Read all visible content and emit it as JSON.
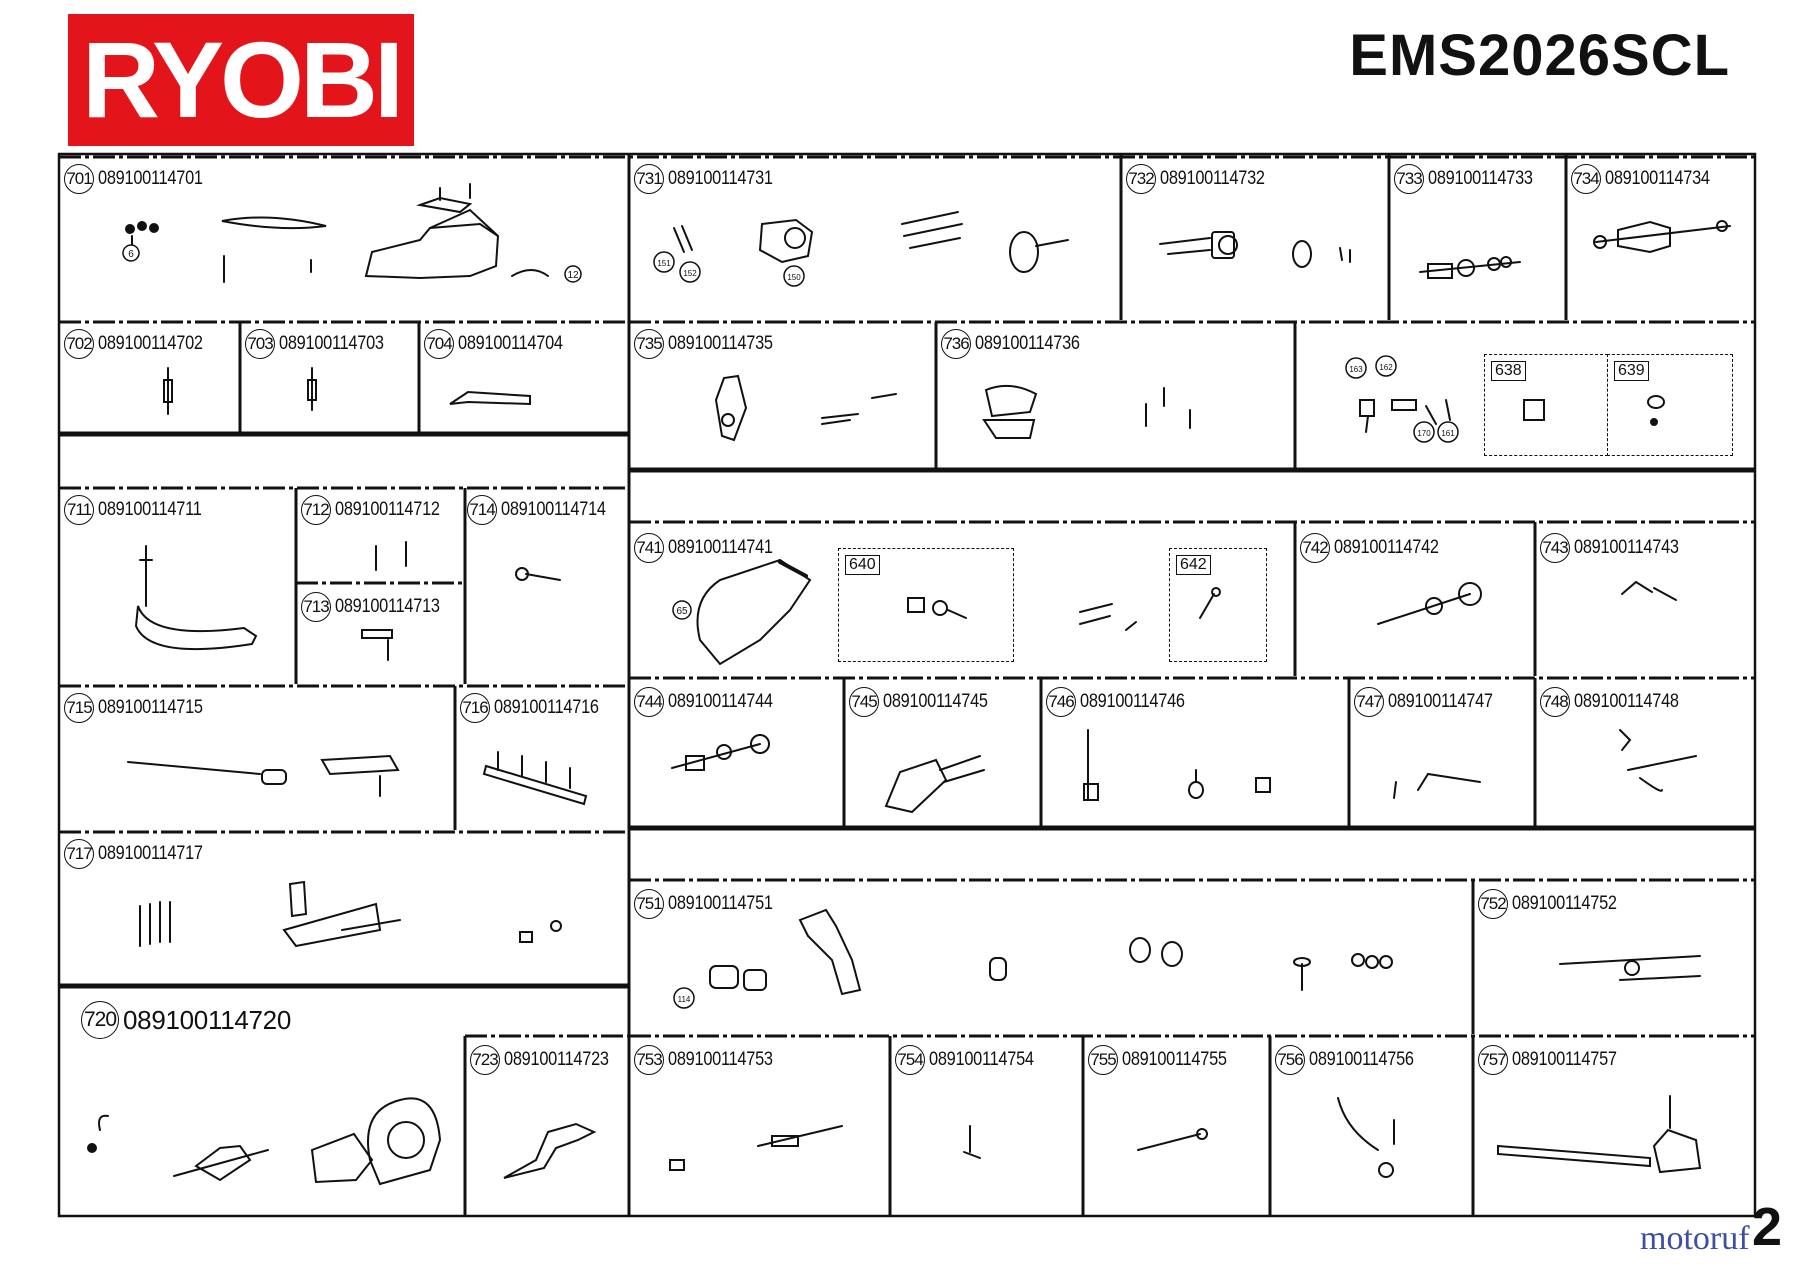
{
  "header": {
    "brand": "RYOBI",
    "model": "EMS2026SCL"
  },
  "footer": {
    "watermark": "motoruf",
    "page_number": "2"
  },
  "panels": [
    {
      "num": "701",
      "code": "089100114701"
    },
    {
      "num": "731",
      "code": "089100114731"
    },
    {
      "num": "732",
      "code": "089100114732"
    },
    {
      "num": "733",
      "code": "089100114733"
    },
    {
      "num": "734",
      "code": "089100114734"
    },
    {
      "num": "702",
      "code": "089100114702"
    },
    {
      "num": "703",
      "code": "089100114703"
    },
    {
      "num": "704",
      "code": "089100114704"
    },
    {
      "num": "735",
      "code": "089100114735"
    },
    {
      "num": "736",
      "code": "089100114736"
    },
    {
      "num": "711",
      "code": "089100114711"
    },
    {
      "num": "712",
      "code": "089100114712"
    },
    {
      "num": "713",
      "code": "089100114713"
    },
    {
      "num": "714",
      "code": "089100114714"
    },
    {
      "num": "741",
      "code": "089100114741"
    },
    {
      "num": "742",
      "code": "089100114742"
    },
    {
      "num": "743",
      "code": "089100114743"
    },
    {
      "num": "715",
      "code": "089100114715"
    },
    {
      "num": "716",
      "code": "089100114716"
    },
    {
      "num": "744",
      "code": "089100114744"
    },
    {
      "num": "745",
      "code": "089100114745"
    },
    {
      "num": "746",
      "code": "089100114746"
    },
    {
      "num": "747",
      "code": "089100114747"
    },
    {
      "num": "748",
      "code": "089100114748"
    },
    {
      "num": "717",
      "code": "089100114717"
    },
    {
      "num": "751",
      "code": "089100114751"
    },
    {
      "num": "752",
      "code": "089100114752"
    },
    {
      "num": "720",
      "code": "089100114720"
    },
    {
      "num": "723",
      "code": "089100114723"
    },
    {
      "num": "753",
      "code": "089100114753"
    },
    {
      "num": "754",
      "code": "089100114754"
    },
    {
      "num": "755",
      "code": "089100114755"
    },
    {
      "num": "756",
      "code": "089100114756"
    },
    {
      "num": "757",
      "code": "089100114757"
    }
  ],
  "subgroups": [
    "638",
    "639",
    "640",
    "642"
  ],
  "callouts": {
    "c6": "6",
    "c12": "12",
    "c151": "151",
    "c152": "152",
    "c150": "150",
    "c163": "163",
    "c162": "162",
    "c170": "170",
    "c161": "161",
    "c65": "65",
    "c114": "114"
  },
  "colors": {
    "brand_red": "#e3151a",
    "line": "#111111",
    "watermark": "#3c4fa0"
  }
}
